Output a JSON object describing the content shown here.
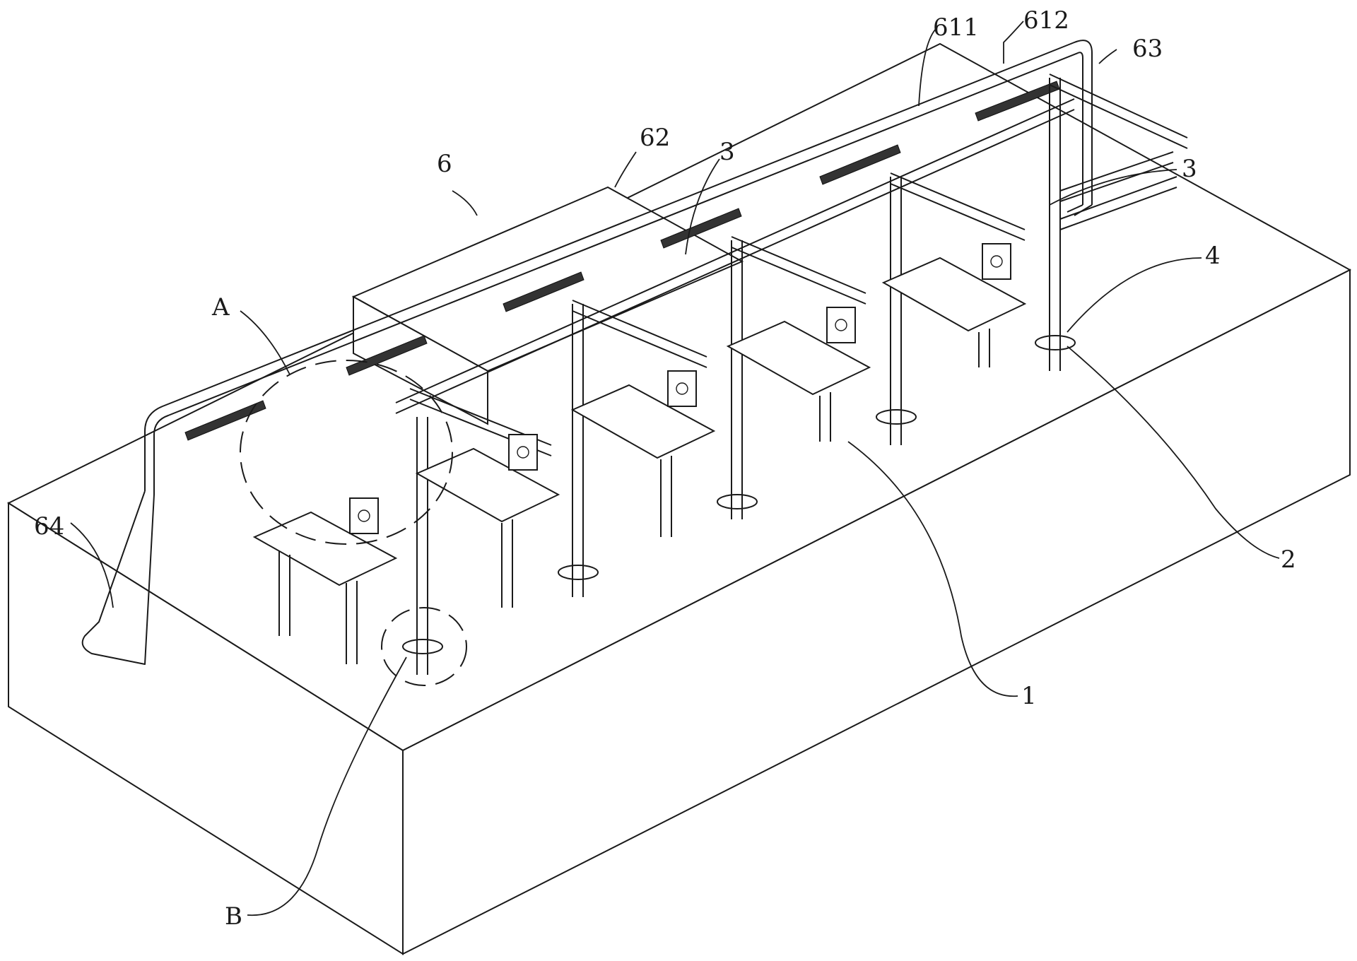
{
  "figure": {
    "type": "patent isometric technical drawing",
    "subject": "multi-station vertical drilling/piling apparatus on a base platform with overhead supply pipe"
  },
  "labels": [
    {
      "id": "611",
      "text": "611",
      "refers_to": "supply pipe segment"
    },
    {
      "id": "612",
      "text": "612",
      "refers_to": "flexible/corrugated pipe section"
    },
    {
      "id": "63",
      "text": "63",
      "refers_to": "pipe elbow riser (right)"
    },
    {
      "id": "62",
      "text": "62",
      "refers_to": "housing box"
    },
    {
      "id": "6",
      "text": "6",
      "refers_to": "pipe assembly"
    },
    {
      "id": "3a",
      "text": "3",
      "refers_to": "rack lifting unit (middle)"
    },
    {
      "id": "3b",
      "text": "3",
      "refers_to": "rack lifting unit (right)"
    },
    {
      "id": "4",
      "text": "4",
      "refers_to": "vertical column"
    },
    {
      "id": "A",
      "text": "A",
      "refers_to": "detail view circle A"
    },
    {
      "id": "64",
      "text": "64",
      "refers_to": "pipe inlet (left)"
    },
    {
      "id": "B",
      "text": "B",
      "refers_to": "detail view circle B"
    },
    {
      "id": "1",
      "text": "1",
      "refers_to": "support leg"
    },
    {
      "id": "2",
      "text": "2",
      "refers_to": "auger/drill bit"
    }
  ],
  "stations": 5,
  "colors": {
    "ink": "#1a1a1a",
    "background": "#ffffff"
  }
}
